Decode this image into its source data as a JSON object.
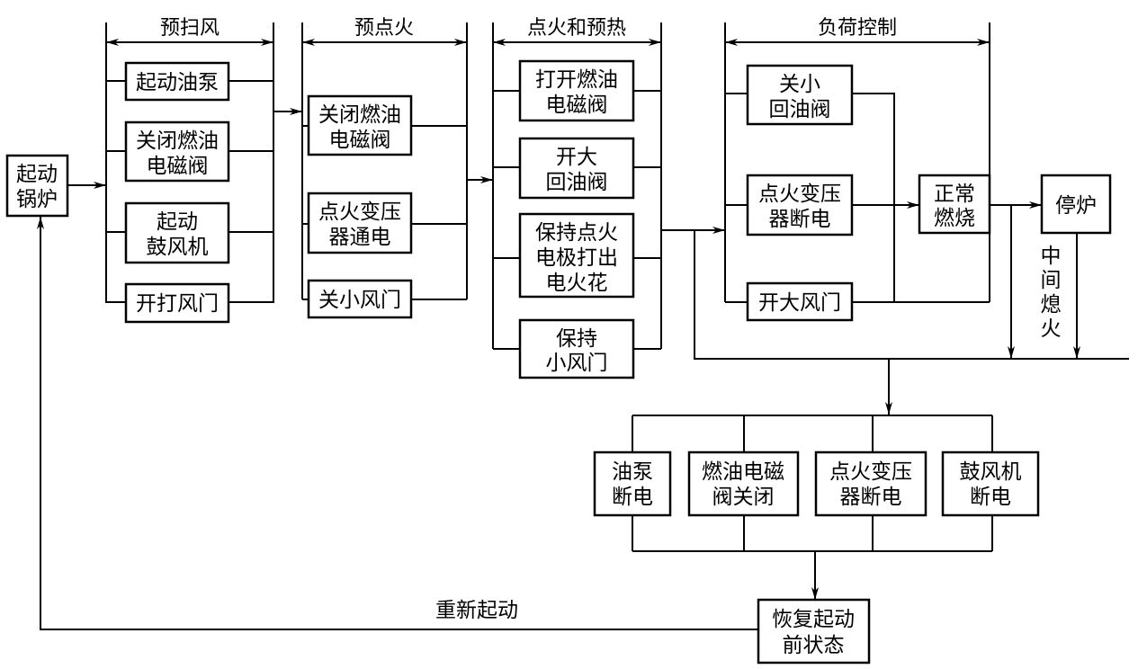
{
  "start": [
    "起动",
    "锅炉"
  ],
  "groups": [
    {
      "label": "预扫风",
      "boxes": [
        [
          "起动油泵"
        ],
        [
          "关闭燃油",
          "电磁阀"
        ],
        [
          "起动",
          "鼓风机"
        ],
        [
          "开打风门"
        ]
      ]
    },
    {
      "label": "预点火",
      "boxes": [
        [
          "关闭燃油",
          "电磁阀"
        ],
        [
          "点火变压",
          "器通电"
        ],
        [
          "关小风门"
        ]
      ]
    },
    {
      "label": "点火和预热",
      "boxes": [
        [
          "打开燃油",
          "电磁阀"
        ],
        [
          "开大",
          "回油阀"
        ],
        [
          "保持点火",
          "电极打出",
          "电火花"
        ],
        [
          "保持",
          "小风门"
        ]
      ]
    },
    {
      "label": "负荷控制",
      "boxes": [
        [
          "关小",
          "回油阀"
        ],
        [
          "点火变压",
          "器断电"
        ],
        [
          "开大风门"
        ]
      ]
    }
  ],
  "normal": [
    "正常",
    "燃烧"
  ],
  "stop": [
    "停炉"
  ],
  "flameout": [
    "中",
    "间",
    "熄",
    "火"
  ],
  "shutdown_boxes": [
    [
      "油泵",
      "断电"
    ],
    [
      "燃油电磁",
      "阀关闭"
    ],
    [
      "点火变压",
      "器断电"
    ],
    [
      "鼓风机",
      "断电"
    ]
  ],
  "restore": [
    "恢复起动",
    "前状态"
  ],
  "restart_label": "重新起动"
}
